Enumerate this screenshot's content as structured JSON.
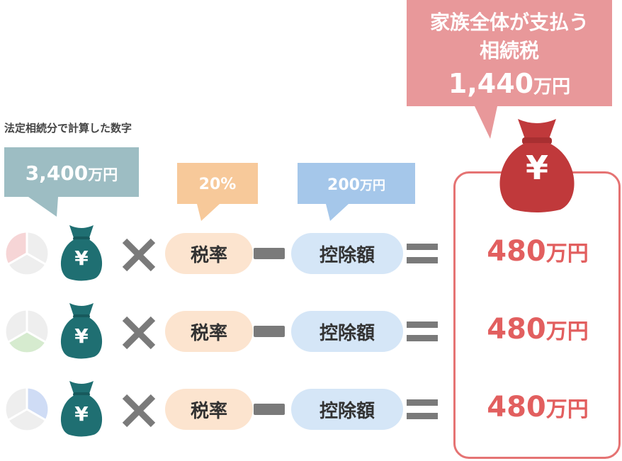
{
  "total": {
    "line1": "家族全体が支払う",
    "line2": "相続税",
    "amount": "1,440",
    "unit": "万円"
  },
  "section_label": "法定相続分で計算した数字",
  "amount_tag": {
    "value": "3,400",
    "unit": "万円"
  },
  "rate_tag": {
    "value": "20%"
  },
  "deduction_tag": {
    "value": "200",
    "unit": "万円"
  },
  "icons": {
    "yen_symbol": "¥",
    "multiply": "×",
    "equals": "="
  },
  "rows": [
    {
      "rate_label": "税率",
      "deduction_label": "控除額",
      "result_value": "480",
      "result_unit": "万円",
      "pie_highlight": "top-left",
      "pie_color": "#f6d5d6"
    },
    {
      "rate_label": "税率",
      "deduction_label": "控除額",
      "result_value": "480",
      "result_unit": "万円",
      "pie_highlight": "bottom",
      "pie_color": "#d6ebcf"
    },
    {
      "rate_label": "税率",
      "deduction_label": "控除額",
      "result_value": "480",
      "result_unit": "万円",
      "pie_highlight": "right",
      "pie_color": "#cfdcf5"
    }
  ],
  "colors": {
    "total_callout": "#e8989a",
    "amount_tag": "#9dbdc3",
    "rate_tag": "#f7c99a",
    "deduction_tag": "#a5c7ea",
    "heir_bag": "#1f6f72",
    "total_bag": "#c0393b",
    "result_text": "#e25f5f"
  }
}
